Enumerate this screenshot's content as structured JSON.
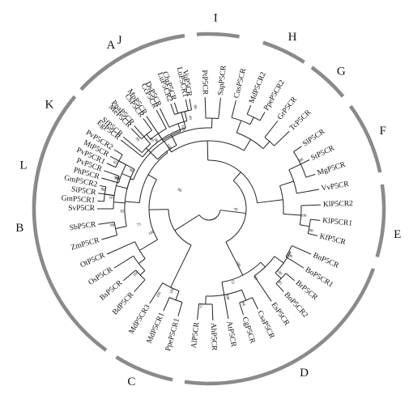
{
  "leaves": [
    {
      "label": "VoP5CR",
      "angle": -100
    },
    {
      "label": "ChrP5CR",
      "angle": -108
    },
    {
      "label": "DsP5CR",
      "angle": -116
    },
    {
      "label": "MpP5CR",
      "angle": -124
    },
    {
      "label": "PpaP5CR",
      "angle": -132
    },
    {
      "label": "SfP5CR",
      "angle": -140
    },
    {
      "label": "PvP5CR2",
      "angle": -148
    },
    {
      "label": "PvP5CR1",
      "angle": -156
    },
    {
      "label": "PhP5CR",
      "angle": -164
    },
    {
      "label": "SiP5CR",
      "angle": -172
    },
    {
      "label": "SvP5CR",
      "angle": -180
    },
    {
      "label": "SbP5CR",
      "angle": -188
    },
    {
      "label": "ZmP5CR",
      "angle": -196
    },
    {
      "label": "OtP5CR",
      "angle": -204
    },
    {
      "label": "OsP5CR",
      "angle": -212
    },
    {
      "label": "BsP5CR",
      "angle": -220
    },
    {
      "label": "BdP5CR",
      "angle": -228
    },
    {
      "label": "MdP5CR3",
      "angle": -238
    },
    {
      "label": "MdP5CR1",
      "angle": -246
    },
    {
      "label": "PpeP5CR1",
      "angle": -254
    },
    {
      "label": "AlP5CR",
      "angle": -264
    },
    {
      "label": "AhP5CR",
      "angle": -272
    },
    {
      "label": "AtP5CR",
      "angle": -280
    },
    {
      "label": "CgP5CR",
      "angle": -288
    },
    {
      "label": "CsaP5CR",
      "angle": -296
    },
    {
      "label": "EsP5CR",
      "angle": -304
    },
    {
      "label": "BoP5CR2",
      "angle": -312
    },
    {
      "label": "BrP5CR",
      "angle": -320
    },
    {
      "label": "BoP5CR1",
      "angle": -328
    },
    {
      "label": "BnP5CR",
      "angle": -336
    },
    {
      "label": "KfP5CR",
      "angle": -346
    },
    {
      "label": "KlP5CR1",
      "angle": -354
    },
    {
      "label": "KlP5CR2",
      "angle": -362
    },
    {
      "label": "VvP5CR",
      "angle": -370
    },
    {
      "label": "MgP5CR",
      "angle": -378
    },
    {
      "label": "StP5CR",
      "angle": -386
    },
    {
      "label": "SlP5CR",
      "angle": -394
    },
    {
      "label": "TcP5CR",
      "angle": -404
    },
    {
      "label": "GrP5CR",
      "angle": -412
    },
    {
      "label": "PpeP5CR2",
      "angle": -420
    },
    {
      "label": "MdP5CR2",
      "angle": -428
    },
    {
      "label": "CusP5CR",
      "angle": -436
    },
    {
      "label": "SapP5CR",
      "angle": -444
    },
    {
      "label": "PtP5CR",
      "angle": -452
    },
    {
      "label": "LuP5CR1",
      "angle": -462
    },
    {
      "label": "LuP5CR2",
      "angle": -470
    },
    {
      "label": "CcP5CR",
      "angle": -478
    },
    {
      "label": "CsP5CR",
      "angle": -486
    },
    {
      "label": "MeP5CR",
      "angle": -494
    },
    {
      "label": "EgP5CR",
      "angle": -502
    },
    {
      "label": "MtP5CR",
      "angle": -512
    },
    {
      "label": "PvP5CR",
      "angle": -520
    },
    {
      "label": "GmP5CR2",
      "angle": -528
    },
    {
      "label": "GmP5CR1",
      "angle": -536
    }
  ],
  "clades": [
    {
      "label": "A",
      "start": -99,
      "end": -137,
      "label_angle": -121
    },
    {
      "label": "B",
      "start": -142,
      "end": -234,
      "label_angle": -186
    },
    {
      "label": "C",
      "start": -238,
      "end": -258,
      "label_angle": -246
    },
    {
      "label": "D",
      "start": -262,
      "end": -340,
      "label_angle": -300
    },
    {
      "label": "E",
      "start": -344,
      "end": -368,
      "label_angle": -352
    },
    {
      "label": "F",
      "start": -372,
      "end": -396,
      "label_angle": -384
    },
    {
      "label": "G",
      "start": -400,
      "end": -414,
      "label_angle": -406
    },
    {
      "label": "H",
      "start": -417,
      "end": -432,
      "label_angle": -424
    },
    {
      "label": "I",
      "start": -440,
      "end": -454,
      "label_angle": -448
    },
    {
      "label": "J",
      "start": -458,
      "end": -496,
      "label_angle": -478
    },
    {
      "label": "K",
      "start": -500,
      "end": -514,
      "label_angle": -507
    },
    {
      "label": "L",
      "start": -516,
      "end": -538,
      "label_angle": -527
    }
  ],
  "nodes": [
    {
      "a": -100,
      "r": 124,
      "support": "98"
    },
    {
      "a": -104,
      "r": 112,
      "support": "99"
    },
    {
      "a": -110,
      "r": 102,
      "support": "100"
    },
    {
      "a": -132,
      "r": 108,
      "support": "99"
    },
    {
      "a": -125,
      "r": 88,
      "support": "100"
    },
    {
      "a": -156,
      "r": 126,
      "support": "82"
    },
    {
      "a": -164,
      "r": 116,
      "support": "99"
    },
    {
      "a": -176,
      "r": 118,
      "support": "97"
    },
    {
      "a": -192,
      "r": 118,
      "support": "99"
    },
    {
      "a": -184,
      "r": 104,
      "support": "85"
    },
    {
      "a": -195,
      "r": 86,
      "support": "73"
    },
    {
      "a": -224,
      "r": 118,
      "support": "100"
    },
    {
      "a": -226,
      "r": 110,
      "support": ""
    },
    {
      "a": -215,
      "r": 100,
      "support": ""
    },
    {
      "a": -205,
      "r": 74,
      "support": "100"
    },
    {
      "a": -242,
      "r": 120,
      "support": "100"
    },
    {
      "a": -248,
      "r": 108,
      "support": "100"
    },
    {
      "a": -268,
      "r": 118,
      "support": "72"
    },
    {
      "a": -292,
      "r": 122,
      "support": "84"
    },
    {
      "a": -284,
      "r": 108,
      "support": "100"
    },
    {
      "a": -316,
      "r": 124,
      "support": "81"
    },
    {
      "a": -320,
      "r": 114,
      "support": "100"
    },
    {
      "a": -332,
      "r": 112,
      "support": "100"
    },
    {
      "a": -306,
      "r": 100,
      "support": "83"
    },
    {
      "a": -290,
      "r": 92,
      "support": "53"
    },
    {
      "a": -300,
      "r": 74,
      "support": "100"
    },
    {
      "a": -350,
      "r": 126,
      "support": "98"
    },
    {
      "a": -358,
      "r": 114,
      "support": "100"
    },
    {
      "a": -390,
      "r": 126,
      "support": "98"
    },
    {
      "a": -380,
      "r": 110,
      "support": ""
    },
    {
      "a": -368,
      "r": 92,
      "support": ""
    },
    {
      "a": -430,
      "r": 126,
      "support": ""
    },
    {
      "a": -424,
      "r": 116,
      "support": ""
    },
    {
      "a": -448,
      "r": 126,
      "support": ""
    },
    {
      "a": -440,
      "r": 112,
      "support": ""
    },
    {
      "a": -474,
      "r": 124,
      "support": ""
    },
    {
      "a": -480,
      "r": 112,
      "support": ""
    },
    {
      "a": -498,
      "r": 120,
      "support": "96"
    },
    {
      "a": -490,
      "r": 104,
      "support": "98"
    },
    {
      "a": -532,
      "r": 130,
      "support": "98"
    },
    {
      "a": -524,
      "r": 118,
      "support": "98"
    },
    {
      "a": -516,
      "r": 104,
      "support": "98"
    },
    {
      "a": -478,
      "r": 84,
      "support": ""
    },
    {
      "a": -150,
      "r": 40,
      "support": "98"
    },
    {
      "a": -360,
      "r": 30,
      "support": "70"
    }
  ]
}
